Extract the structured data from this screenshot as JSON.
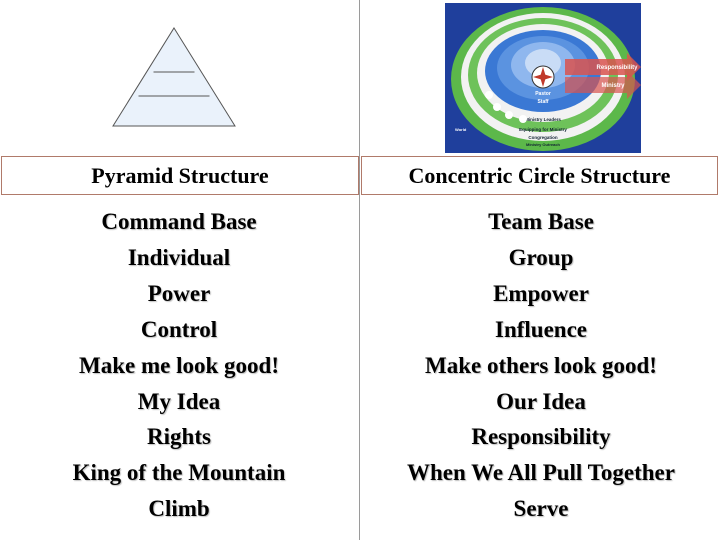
{
  "left": {
    "header": "Pyramid Structure",
    "items": [
      "Command Base",
      "Individual",
      "Power",
      "Control",
      "Make me look good!",
      "My Idea",
      "Rights",
      "King of the Mountain",
      "Climb"
    ]
  },
  "right": {
    "header": "Concentric Circle Structure",
    "items": [
      "Team Base",
      "Group",
      "Empower",
      "Influence",
      "Make others look good!",
      "Our Idea",
      "Responsibility",
      "When We All Pull Together",
      "Serve"
    ]
  },
  "diagram": {
    "arrow_top": "Responsibility",
    "arrow_bottom": "Ministry",
    "rings": [
      "Pastor",
      "Staff",
      "Ministry Leaders",
      "Equipping for Ministry",
      "Congregation",
      "Ministry Outreach",
      "World"
    ]
  },
  "colors": {
    "image_bg": "#1f3f9c",
    "ring_green": "#5cb84a",
    "ring_white": "#f2f2f2",
    "ring_blue": "#3a78d4",
    "arrow_red": "#d9534f",
    "header_border": "#b07a6a"
  }
}
